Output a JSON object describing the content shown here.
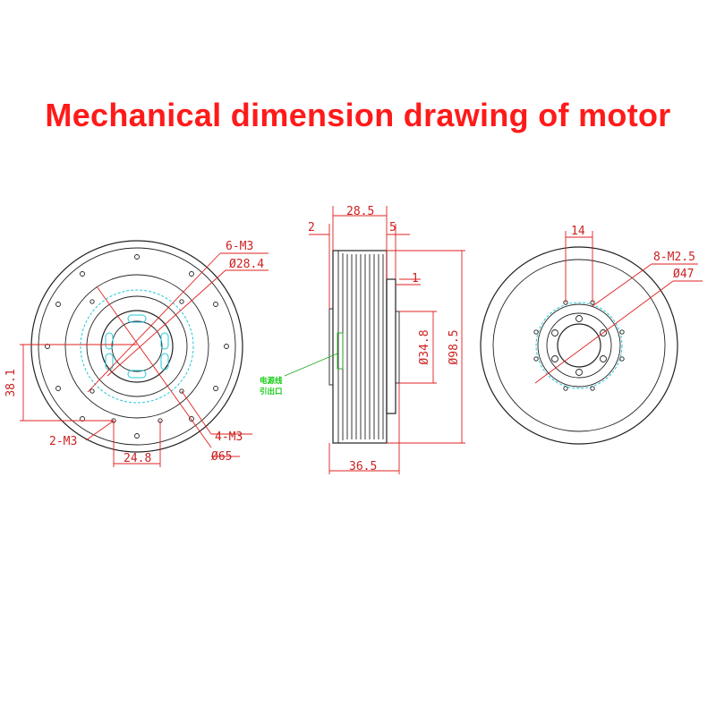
{
  "title": "Mechanical dimension drawing of motor",
  "front_view": {
    "labels": {
      "holes_6": "6-M3",
      "dia_inner": "Ø28.4",
      "height": "38.1",
      "holes_2": "2-M3",
      "width": "24.8",
      "holes_4": "4-M3",
      "dia_outer": "Ø65"
    }
  },
  "side_view": {
    "labels": {
      "width_top": "28.5",
      "left_gap": "2",
      "right_gap": "5",
      "step": "1",
      "dia_shaft": "Ø34.8",
      "dia_body": "Ø98.5",
      "width_bottom": "36.5",
      "cable_note_line1": "电源线",
      "cable_note_line2": "引出口"
    }
  },
  "rear_view": {
    "labels": {
      "spacing": "14",
      "holes_8": "8-M2.5",
      "dia_pcd": "Ø47"
    }
  },
  "colors": {
    "title": "#ff1a1a",
    "dimension": "#e02020",
    "outline": "#222222",
    "pcd_circle": "#22c8d8",
    "note": "#11cc11"
  }
}
